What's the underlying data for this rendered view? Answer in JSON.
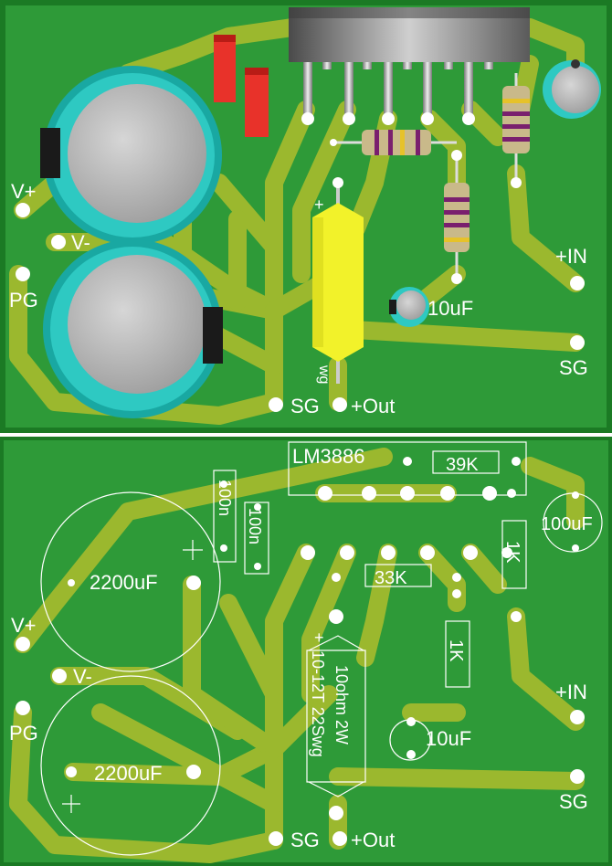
{
  "colors": {
    "board": "#2e9a38",
    "board_dark": "#1b7a24",
    "trace": "#9bb82e",
    "pad": "#ffffff",
    "silkscreen": "#ffffff",
    "resistor_body": "#c9b98a",
    "cap_teal": "#2ec9c2",
    "cap_top": "#b5b5b5",
    "red_cap": "#e8322a",
    "yellow_res": "#f2f22a"
  },
  "top_board": {
    "labels": {
      "v_plus": "V+",
      "v_minus": "V-",
      "pg": "PG",
      "in_plus": "+IN",
      "sg_right": "SG",
      "sg_bottom": "SG",
      "out_plus": "+Out",
      "cap_10uf": "10uF",
      "plus_mark": "+",
      "wg": "wg"
    }
  },
  "bottom_board": {
    "labels": {
      "ic": "LM3886",
      "r_39k": "39K",
      "r_33k": "33K",
      "r_1k_a": "1K",
      "r_1k_b": "1K",
      "c_100uf": "100uF",
      "c_100n_a": "100n",
      "c_100n_b": "100n",
      "c_2200_a": "2200uF",
      "c_2200_b": "2200uF",
      "c_10uf": "10uF",
      "coil_text": "10ohm 2W",
      "coil_text2": "10-12T 22Swg",
      "v_plus": "V+",
      "v_minus": "V-",
      "pg": "PG",
      "in_plus": "+IN",
      "sg_right": "SG",
      "sg_bottom": "SG",
      "out_plus": "+Out",
      "plus_mark": "+"
    }
  }
}
